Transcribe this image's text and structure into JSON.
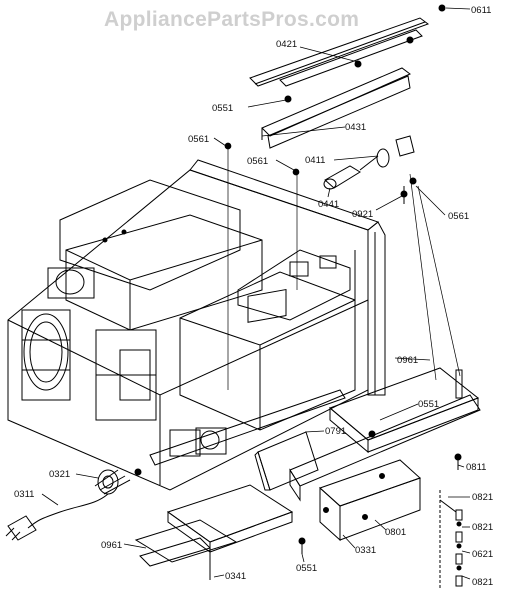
{
  "watermark": "AppliancePartsPros.com",
  "labels": {
    "p0611": "0611",
    "p0421": "0421",
    "p0551a": "0551",
    "p0431": "0431",
    "p0561a": "0561",
    "p0561b": "0561",
    "p0411": "0411",
    "p0441": "0441",
    "p0921": "0921",
    "p0561c": "0561",
    "p0961a": "0961",
    "p0551b": "0551",
    "p0791": "0791",
    "p0811": "0811",
    "p0321": "0321",
    "p0311": "0311",
    "p0821a": "0821",
    "p0821b": "0821",
    "p0801": "0801",
    "p0331": "0331",
    "p0621": "0621",
    "p0961b": "0961",
    "p0341": "0341",
    "p0551c": "0551",
    "p0821c": "0821"
  }
}
